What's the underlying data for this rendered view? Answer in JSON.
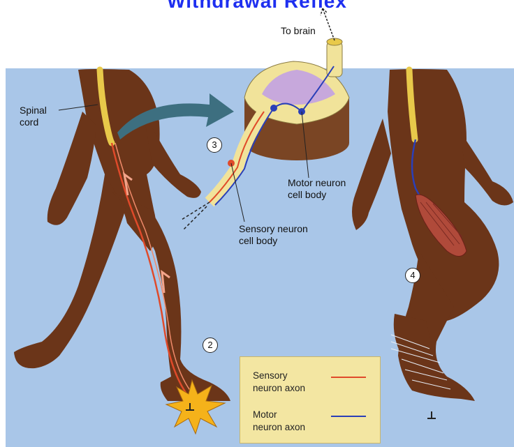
{
  "title": "Withdrawal Reflex",
  "labels": {
    "to_brain": "To brain",
    "spinal_cord": "Spinal\ncord",
    "motor_cell_body": "Motor neuron\ncell body",
    "sensory_cell_body": "Sensory neuron\ncell body"
  },
  "steps": [
    "3",
    "2",
    "4"
  ],
  "legend": {
    "sensory": "Sensory\nneuron axon",
    "motor": "Motor\nneuron axon"
  },
  "colors": {
    "background_panel": "#a9c6e8",
    "skin": "#6b3519",
    "spinal_cord": "#e8c94a",
    "sensory_axon": "#e04a2a",
    "motor_axon": "#2a3fb8",
    "grey_matter": "#c7a8dc",
    "legend_bg": "#f3e6a2",
    "arrow": "#3d6f80",
    "pain_star": "#f5b21a"
  }
}
